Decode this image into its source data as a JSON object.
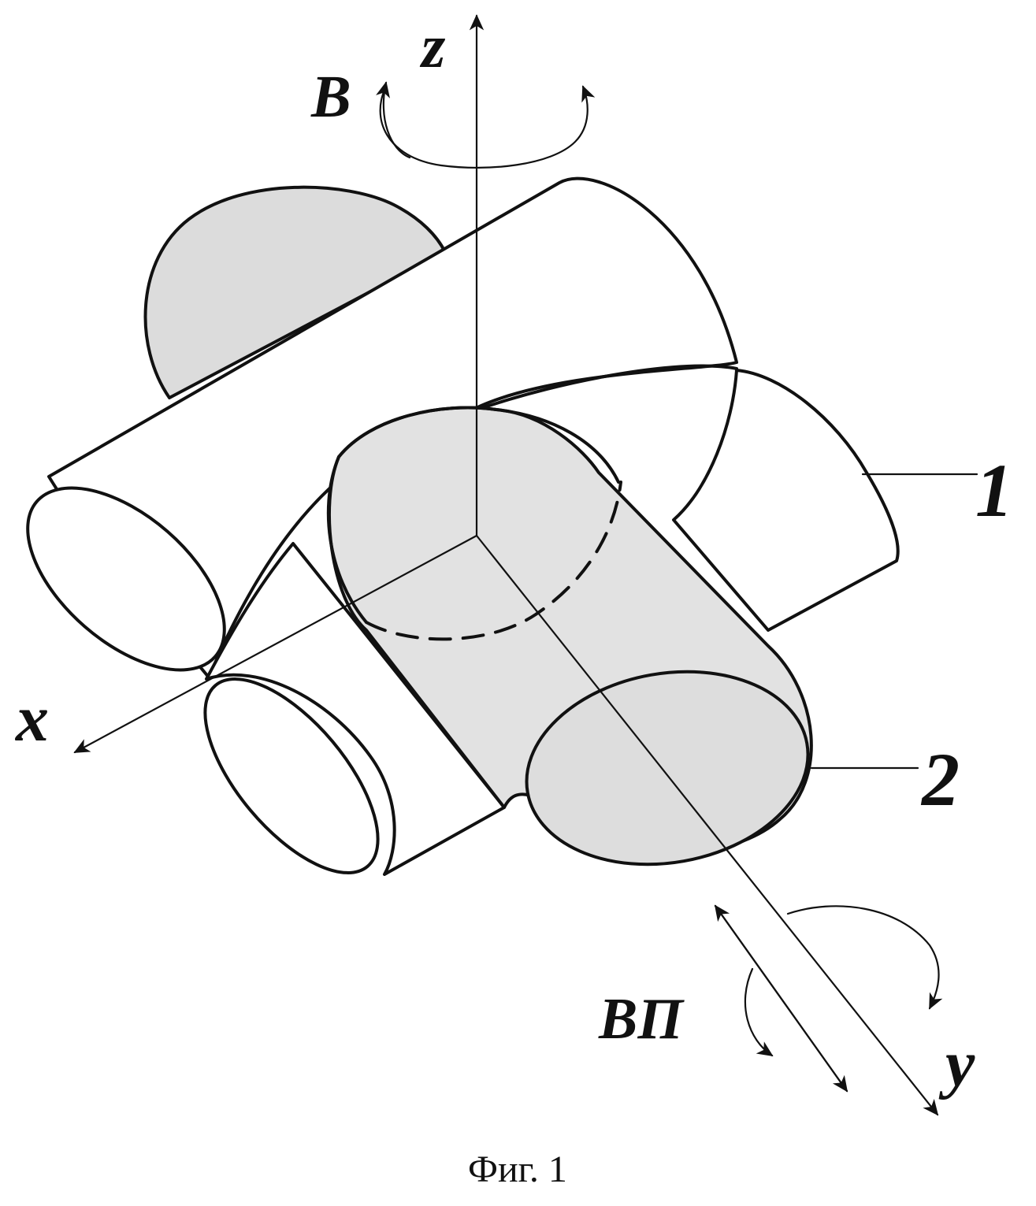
{
  "axes": {
    "z": "z",
    "x": "x",
    "y": "y"
  },
  "rotations": {
    "b": "B",
    "bp": "ВП"
  },
  "parts": {
    "one": "1",
    "two": "2"
  },
  "caption": "Фиг. 1",
  "colors": {
    "ink": "#111111",
    "shade": "#dcdcdc",
    "shade_light": "#e8e8e8",
    "paper": "#ffffff"
  }
}
